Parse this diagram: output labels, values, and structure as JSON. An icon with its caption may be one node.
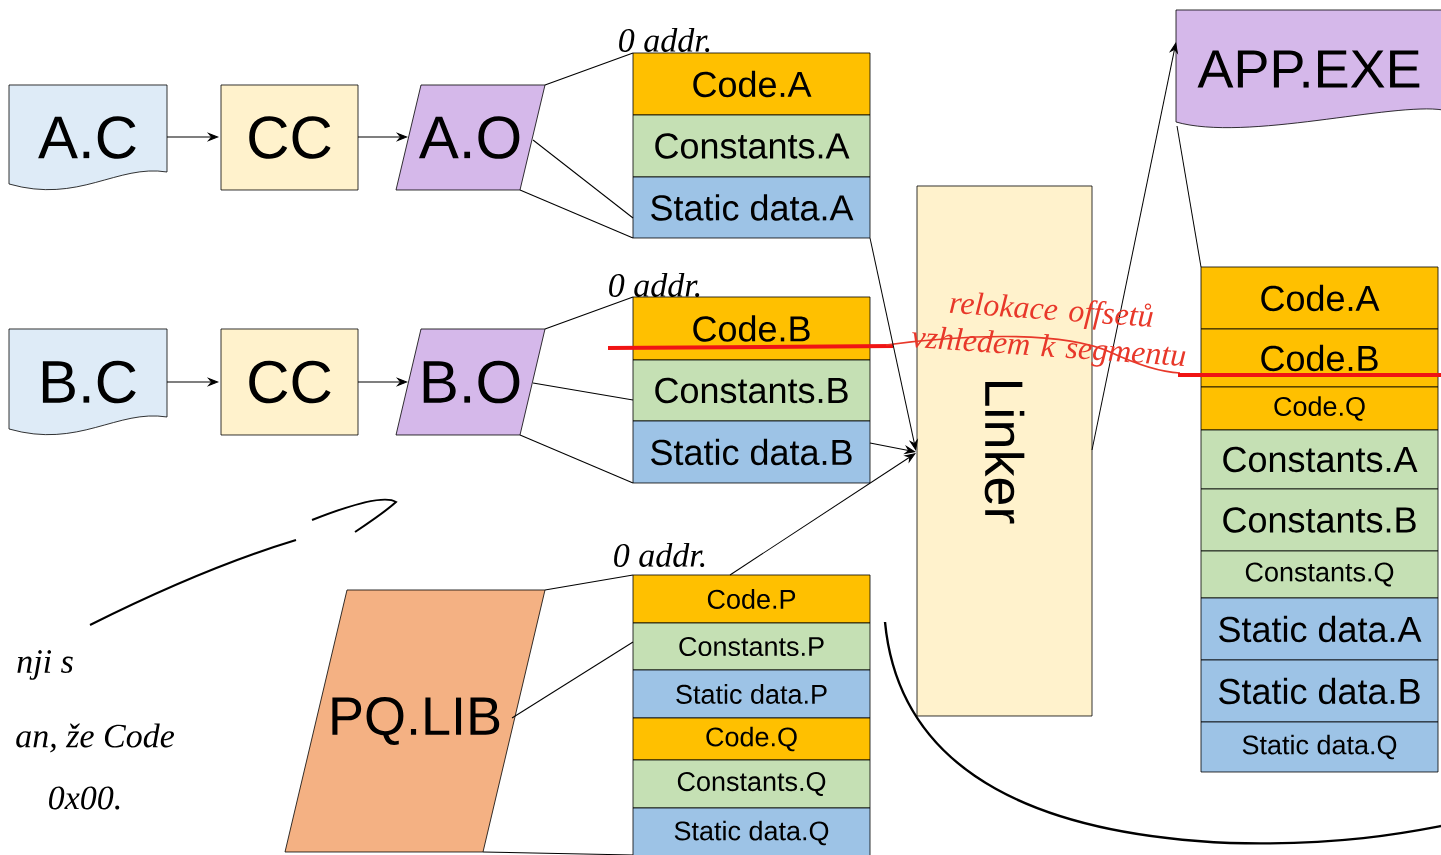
{
  "diagram": {
    "nodes": [
      {
        "text": [
          "A.C"
        ]
      },
      {
        "text": [
          "CC"
        ]
      },
      {
        "text": [
          "A.O"
        ]
      },
      {
        "text": [
          "Code.A"
        ]
      },
      {
        "text": [
          "Constants.A"
        ]
      },
      {
        "text": [
          "Static data.A"
        ]
      },
      {
        "text": [
          "B.C"
        ]
      },
      {
        "text": [
          "CC"
        ]
      },
      {
        "text": [
          "B.O"
        ]
      },
      {
        "text": [
          "Code.B"
        ]
      },
      {
        "text": [
          "Constants.B"
        ]
      },
      {
        "text": [
          "Static data.B"
        ]
      },
      {
        "text": [
          "PQ.LIB"
        ]
      },
      {
        "text": [
          "Code.P"
        ]
      },
      {
        "text": [
          "Constants.P"
        ]
      },
      {
        "text": [
          "Static data.P"
        ]
      },
      {
        "text": [
          "Code.Q"
        ]
      },
      {
        "text": [
          "Constants.Q"
        ]
      },
      {
        "text": [
          "Static data.Q"
        ]
      },
      {
        "text": [
          "Linker"
        ]
      },
      {
        "text": [
          "APP.EXE"
        ]
      },
      {
        "text": [
          "Code.A"
        ]
      },
      {
        "text": [
          "Code.B"
        ]
      },
      {
        "text": [
          "Code.Q"
        ]
      },
      {
        "text": [
          "Constants.A"
        ]
      },
      {
        "text": [
          "Constants.B"
        ]
      },
      {
        "text": [
          "Constants.Q"
        ]
      },
      {
        "text": [
          "Static data.A"
        ]
      },
      {
        "text": [
          "Static data.B"
        ]
      },
      {
        "text": [
          "Static data.Q"
        ]
      }
    ],
    "edges": [
      {
        "from": 0,
        "to": 1,
        "arrow": "to"
      },
      {
        "from": 1,
        "to": 2,
        "arrow": "to"
      },
      {
        "from": 6,
        "to": 7,
        "arrow": "to"
      },
      {
        "from": 7,
        "to": 8,
        "arrow": "to"
      },
      {
        "from": 2,
        "to": 3,
        "arrow": "none"
      },
      {
        "from": 2,
        "to": 5,
        "arrow": "none"
      },
      {
        "from": 2,
        "to": 5,
        "arrow": "none"
      },
      {
        "from": 8,
        "to": 9,
        "arrow": "none"
      },
      {
        "from": 8,
        "to": 10,
        "arrow": "none"
      },
      {
        "from": 8,
        "to": 11,
        "arrow": "none"
      },
      {
        "from": 12,
        "to": 13,
        "arrow": "none"
      },
      {
        "from": 12,
        "to": 14,
        "arrow": "none"
      },
      {
        "from": 12,
        "to": 18,
        "arrow": "none"
      },
      {
        "from": 5,
        "to": 19,
        "arrow": "to"
      },
      {
        "from": 11,
        "to": 19,
        "arrow": "to"
      },
      {
        "from": 13,
        "to": 19,
        "arrow": "to"
      },
      {
        "from": 19,
        "to": 20,
        "arrow": "to"
      },
      {
        "from": 20,
        "to": 21,
        "arrow": "none"
      }
    ],
    "labels": [
      "0 addr.",
      "0 addr.",
      "0 addr.",
      "relokace offsetů vzhledem k segmentu",
      "nji s",
      "an, že Code",
      "0x00."
    ]
  }
}
